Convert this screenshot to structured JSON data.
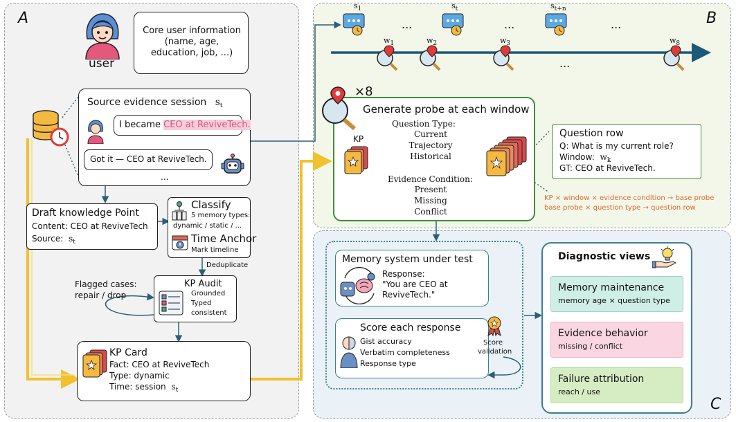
{
  "panels": {
    "a": "A",
    "b": "B",
    "c": "C"
  },
  "user_card": {
    "label": "user",
    "info": "Core user information (name, age, education, job, ...)"
  },
  "session": {
    "title": "Source evidence session",
    "symbol": "s",
    "symbol_sub": "t",
    "user_msg_pre": "I became ",
    "user_msg_highlight": "CEO at ReviveTech.",
    "bot_msg": "Got it — CEO at ReviveTech.",
    "ellipsis": "..."
  },
  "draft_kp": {
    "title": "Draft knowledge Point",
    "content": "Content: CEO at ReviveTech",
    "source_label": "Source:",
    "source_sym": "s",
    "source_sub": "t"
  },
  "classify": {
    "title": "Classify",
    "line1": "5 memory types:",
    "line2": "dynamic / static / ..."
  },
  "time_anchor": {
    "title": "Time Anchor",
    "line": "Mark timeline"
  },
  "dedup_label": "Deduplicate",
  "flagged": {
    "line1": "Flagged cases:",
    "line2": "repair / drop"
  },
  "audit": {
    "title": "KP Audit",
    "items": [
      "Grounded",
      "Typed",
      "consistent"
    ]
  },
  "kp_card": {
    "title": "KP Card",
    "fact": "Fact: CEO at ReviveTech",
    "type": "Type: dynamic",
    "time_label": "Time: session",
    "time_sym": "s",
    "time_sub": "t"
  },
  "timeline": {
    "sessions": [
      {
        "sym": "s",
        "sub": "1"
      },
      {
        "sym": "s",
        "sub": "t"
      },
      {
        "sym": "s",
        "sub": "t+n"
      }
    ],
    "windows": [
      {
        "sym": "w",
        "sub": "1"
      },
      {
        "sym": "w",
        "sub": "2"
      },
      {
        "sym": "w",
        "sub": "3"
      },
      {
        "sym": "w",
        "sub": "8"
      }
    ],
    "ellipsis": "..."
  },
  "probe": {
    "multiplier": "×8",
    "title": "Generate probe at each window",
    "kp_label": "KP",
    "question_type_title": "Question Type:",
    "question_types": [
      "Current",
      "Trajectory",
      "Historical"
    ],
    "evidence_title": "Evidence Condition:",
    "evidence_conditions": [
      "Present",
      "Missing",
      "Conflict"
    ]
  },
  "question_row": {
    "title": "Question row",
    "q": "Q: What is my current role?",
    "window_label": "Window:",
    "window_sym": "w",
    "window_sub": "k",
    "gt": "GT: CEO at ReviveTech."
  },
  "formulas": [
    "KP × window × evidence condition → base probe",
    "base probe × question type → question row"
  ],
  "memory_system": {
    "title": "Memory system under test",
    "response_label": "Response:",
    "response_text": "\"You are CEO at ReviveTech.\""
  },
  "score": {
    "title": "Score each response",
    "items": [
      "Gist accuracy",
      "Verbatim completeness",
      "Response type"
    ],
    "validation": [
      "Score",
      "validation"
    ]
  },
  "diagnostic": {
    "title": "Diagnostic views",
    "views": [
      {
        "title": "Memory maintenance",
        "sub": "memory age × question type",
        "color": "#cfeee6"
      },
      {
        "title": "Evidence behavior",
        "sub": "missing / conflict",
        "color": "#f9d6e2"
      },
      {
        "title": "Failure attribution",
        "sub": "reach / use",
        "color": "#d6ecc3"
      }
    ]
  },
  "colors": {
    "timeline": "#1b5a78",
    "yellow_arrow": "#f2c12e",
    "green_border": "#3f8f3a",
    "teal_border": "#3a7f8f",
    "orange_text": "#e0692b"
  }
}
